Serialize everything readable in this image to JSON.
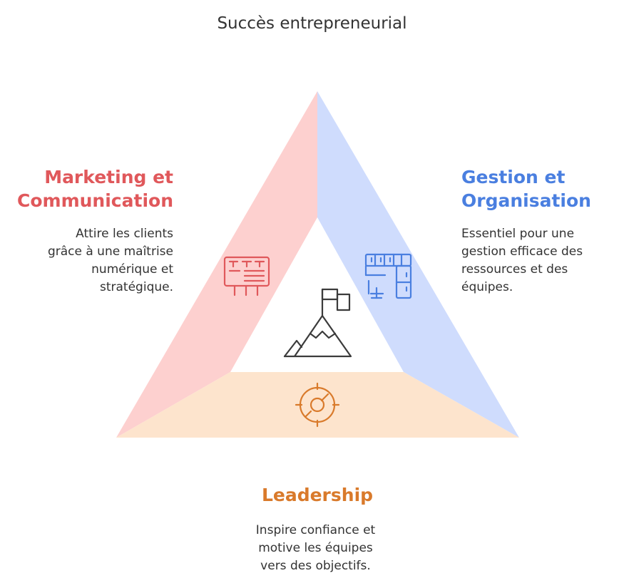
{
  "title": "Succès entrepreneurial",
  "sections": {
    "marketing": {
      "heading": "Marketing et\nCommunication",
      "description": "Attire les clients\ngrâce à une maîtrise\nnumérique et\nstratégique.",
      "color": "#e0585b",
      "fill": "#fdd0cf",
      "icon": "billboard-icon"
    },
    "gestion": {
      "heading": "Gestion et\nOrganisation",
      "description": "Essentiel pour une\ngestion efficace des\nressources et des\néquipes.",
      "color": "#4a7fe0",
      "fill": "#cfdcfd",
      "icon": "office-layout-icon"
    },
    "leadership": {
      "heading": "Leadership",
      "description": "Inspire confiance et\nmotive les équipes\nvers des objectifs.",
      "color": "#d97a2b",
      "fill": "#fde4cd",
      "icon": "target-icon"
    },
    "center": {
      "icon": "mountain-flag-icon"
    }
  }
}
